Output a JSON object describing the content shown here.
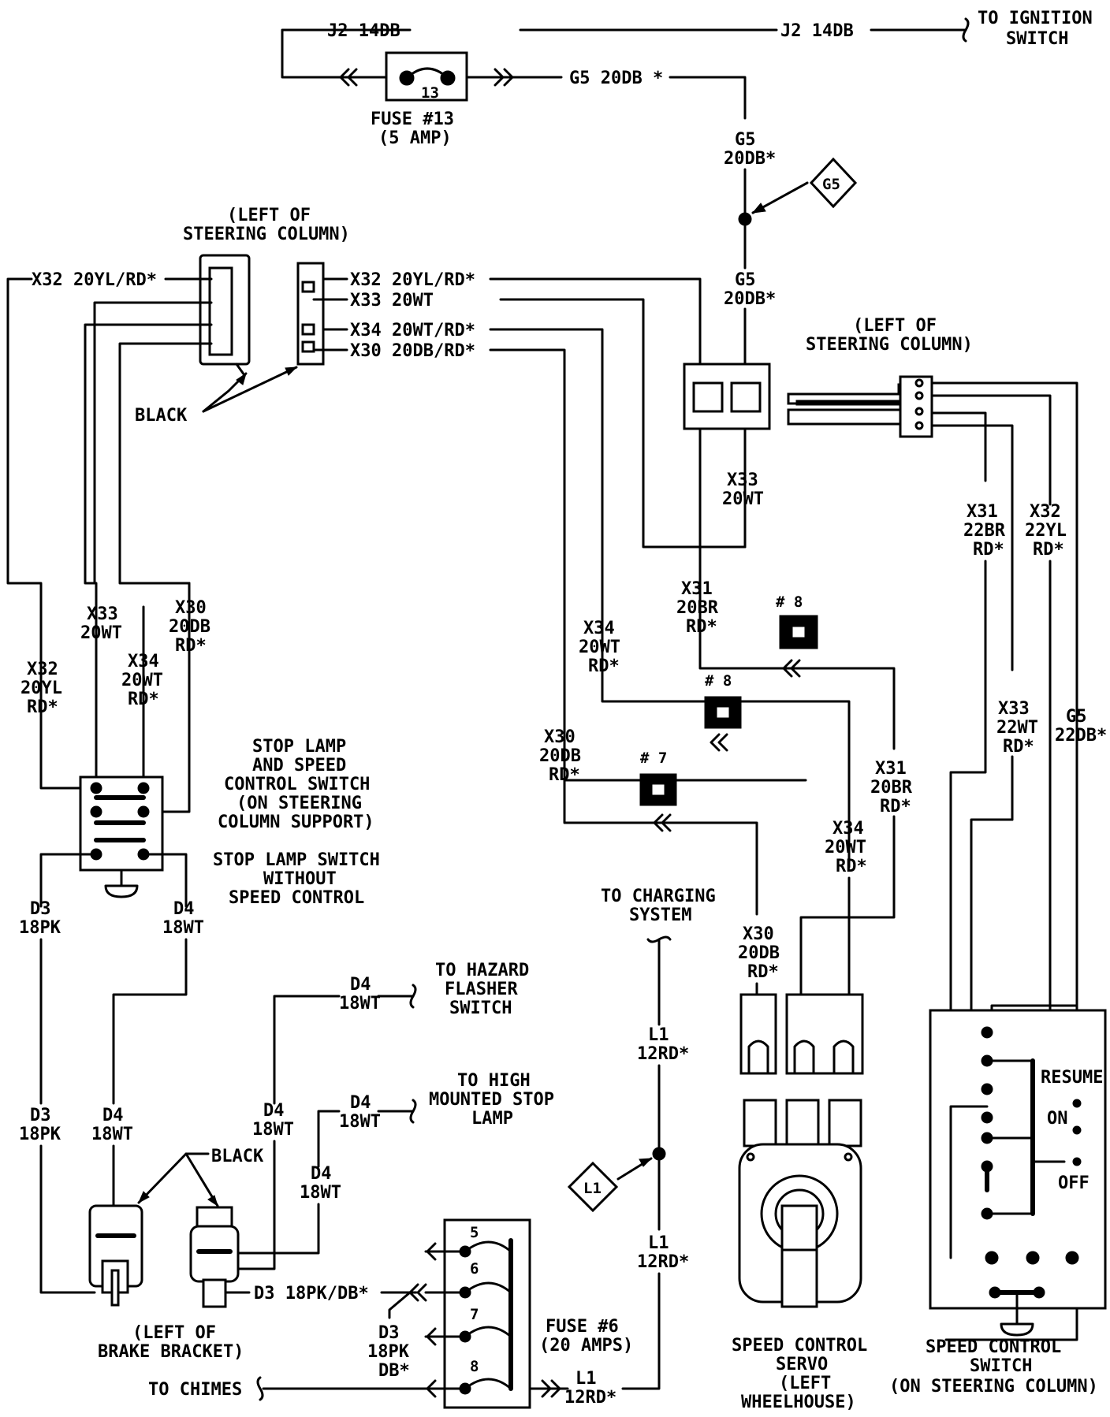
{
  "wires": {
    "j2_left": "J2 14DB",
    "j2_right": "J2 14DB",
    "g5_top": "G5 20DB *",
    "g5_a": [
      "G5",
      "20DB*"
    ],
    "g5_b": [
      "G5",
      "20DB*"
    ],
    "x32_top_left": "X32 20YL/RD*",
    "x32_mid": "X32 20YL/RD*",
    "x33_mid": "X33 20WT",
    "x34_mid": "X34 20WT/RD*",
    "x30_mid": "X30 20DB/RD*",
    "x33_right": [
      "X33",
      "20WT"
    ],
    "x31_a": [
      "X31",
      "20BR",
      "RD*"
    ],
    "x31_b": [
      "X31",
      "20BR",
      "RD*"
    ],
    "x31_c": [
      "X31",
      "22BR",
      "RD*"
    ],
    "x32_c": [
      "X32",
      "22YL",
      "RD*"
    ],
    "x33_c": [
      "X33",
      "22WT",
      "RD*"
    ],
    "g5_c": [
      "G5",
      "22DB*"
    ],
    "x34_a": [
      "X34",
      "20WT",
      "RD*"
    ],
    "x34_b": [
      "X34",
      "20WT",
      "RD*"
    ],
    "x30_a": [
      "X30",
      "20DB",
      "RD*"
    ],
    "x30_b": [
      "X30",
      "20DB",
      "RD*"
    ],
    "x33_l": [
      "X33",
      "20WT"
    ],
    "x30_l": [
      "X30",
      "20DB",
      "RD*"
    ],
    "x32_l": [
      "X32",
      "20YL",
      "RD*"
    ],
    "x34_l": [
      "X34",
      "20WT",
      "RD*"
    ],
    "d3_a": [
      "D3",
      "18PK"
    ],
    "d4_a": [
      "D4",
      "18WT"
    ],
    "d3_b": [
      "D3",
      "18PK"
    ],
    "d4_b": [
      "D4",
      "18WT"
    ],
    "d4_c": [
      "D4",
      "18WT"
    ],
    "d4_d": [
      "D4",
      "18WT"
    ],
    "d4_e": [
      "D4",
      "18WT"
    ],
    "d4_f": [
      "D4",
      "18WT"
    ],
    "l1_a": [
      "L1",
      "12RD*"
    ],
    "l1_b": [
      "L1",
      "12RD*"
    ],
    "l1_c": [
      "L1",
      "12RD*"
    ],
    "d3_pkdb": "D3 18PK/DB*",
    "d3_c": [
      "D3",
      "18PK",
      "DB*"
    ]
  },
  "labels": {
    "to_ignition": [
      "TO IGNITION",
      "SWITCH"
    ],
    "fuse13": [
      "FUSE #13",
      "(5 AMP)"
    ],
    "fuse13_num": "13",
    "g5_tag": "G5",
    "l1_tag": "L1",
    "left_steering_a": [
      "(LEFT OF",
      "STEERING COLUMN)"
    ],
    "left_steering_b": [
      "(LEFT OF",
      "STEERING COLUMN)"
    ],
    "black_a": "BLACK",
    "black_b": "BLACK",
    "conn8a": "# 8",
    "conn8b": "# 8",
    "conn7": "# 7",
    "stop_lamp_speed": [
      "STOP LAMP",
      "AND SPEED",
      "CONTROL SWITCH",
      "(ON STEERING",
      "COLUMN SUPPORT)"
    ],
    "stop_lamp_nospeed": [
      "STOP LAMP SWITCH",
      "WITHOUT",
      "SPEED CONTROL"
    ],
    "to_charging": [
      "TO CHARGING",
      "SYSTEM"
    ],
    "to_hazard": [
      "TO HAZARD",
      "FLASHER",
      "SWITCH"
    ],
    "to_high_mount": [
      "TO HIGH",
      "MOUNTED STOP",
      "LAMP"
    ],
    "fuse6": [
      "FUSE #6",
      "(20 AMPS)"
    ],
    "fuse6_pins": [
      "5",
      "6",
      "7",
      "8"
    ],
    "brake_bracket": [
      "(LEFT OF",
      "BRAKE BRACKET)"
    ],
    "to_chimes": "TO CHIMES",
    "servo": [
      "SPEED CONTROL",
      "SERVO",
      "(LEFT",
      "WHEELHOUSE)"
    ],
    "sc_switch": [
      "SPEED CONTROL",
      "SWITCH",
      "(ON STEERING COLUMN)"
    ],
    "resume": "RESUME",
    "on": "ON",
    "off": "OFF"
  }
}
